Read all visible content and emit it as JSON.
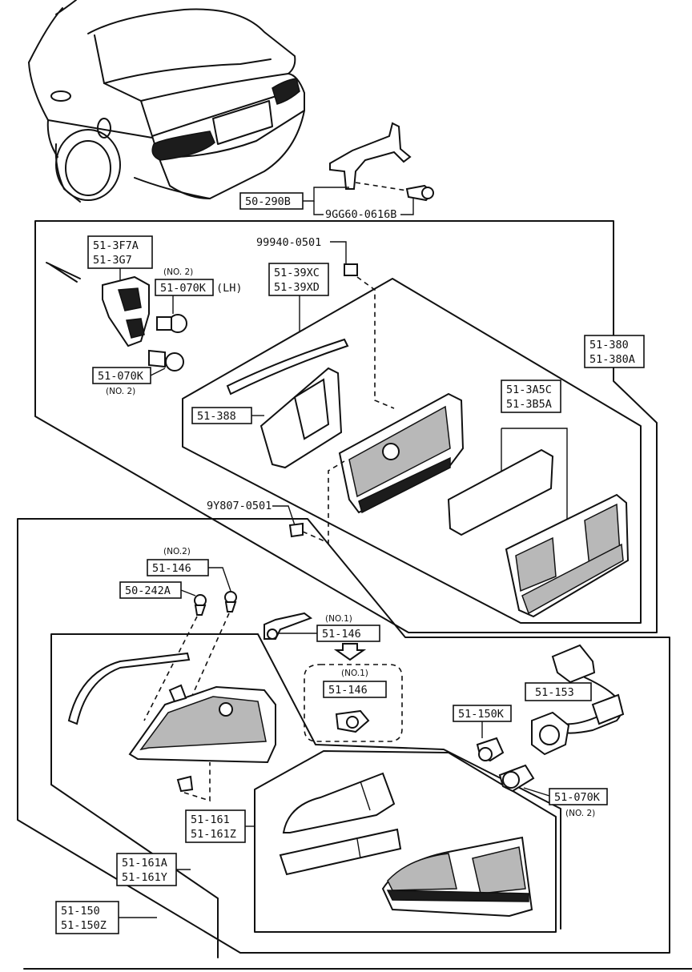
{
  "labels": {
    "top_bracket": "50-290B",
    "top_bolt": "9GG60-0616B",
    "socket_a": "51-3F7A",
    "socket_b": "51-3G7",
    "bulb_lh_note": "(NO. 2)",
    "bulb_lh": "51-070K",
    "bulb_lh_suffix": "(LH)",
    "bulb_lower": "51-070K",
    "bulb_lower_note": "(NO. 2)",
    "nut_99940": "99940-0501",
    "gasket_a": "51-39XC",
    "gasket_b": "51-39XD",
    "inner_lamp_a": "51-380",
    "inner_lamp_b": "51-380A",
    "garnish_a": "51-3A5C",
    "garnish_b": "51-3B5A",
    "panel": "51-388",
    "nut_9y807": "9Y807-0501",
    "clip_note": "(NO.2)",
    "clip_146": "51-146",
    "clip_242": "50-242A",
    "nut_no1_note": "(NO.1)",
    "nut_no1": "51-146",
    "inset_note": "(NO.1)",
    "inset_part": "51-146",
    "harness": "51-153",
    "bulb_150k": "51-150K",
    "bulb_070k_right": "51-070K",
    "bulb_070k_right_note": "(NO. 2)",
    "lens_a": "51-161",
    "lens_b": "51-161Z",
    "housing_a": "51-161A",
    "housing_b": "51-161Y",
    "assembly_a": "51-150",
    "assembly_b": "51-150Z"
  }
}
